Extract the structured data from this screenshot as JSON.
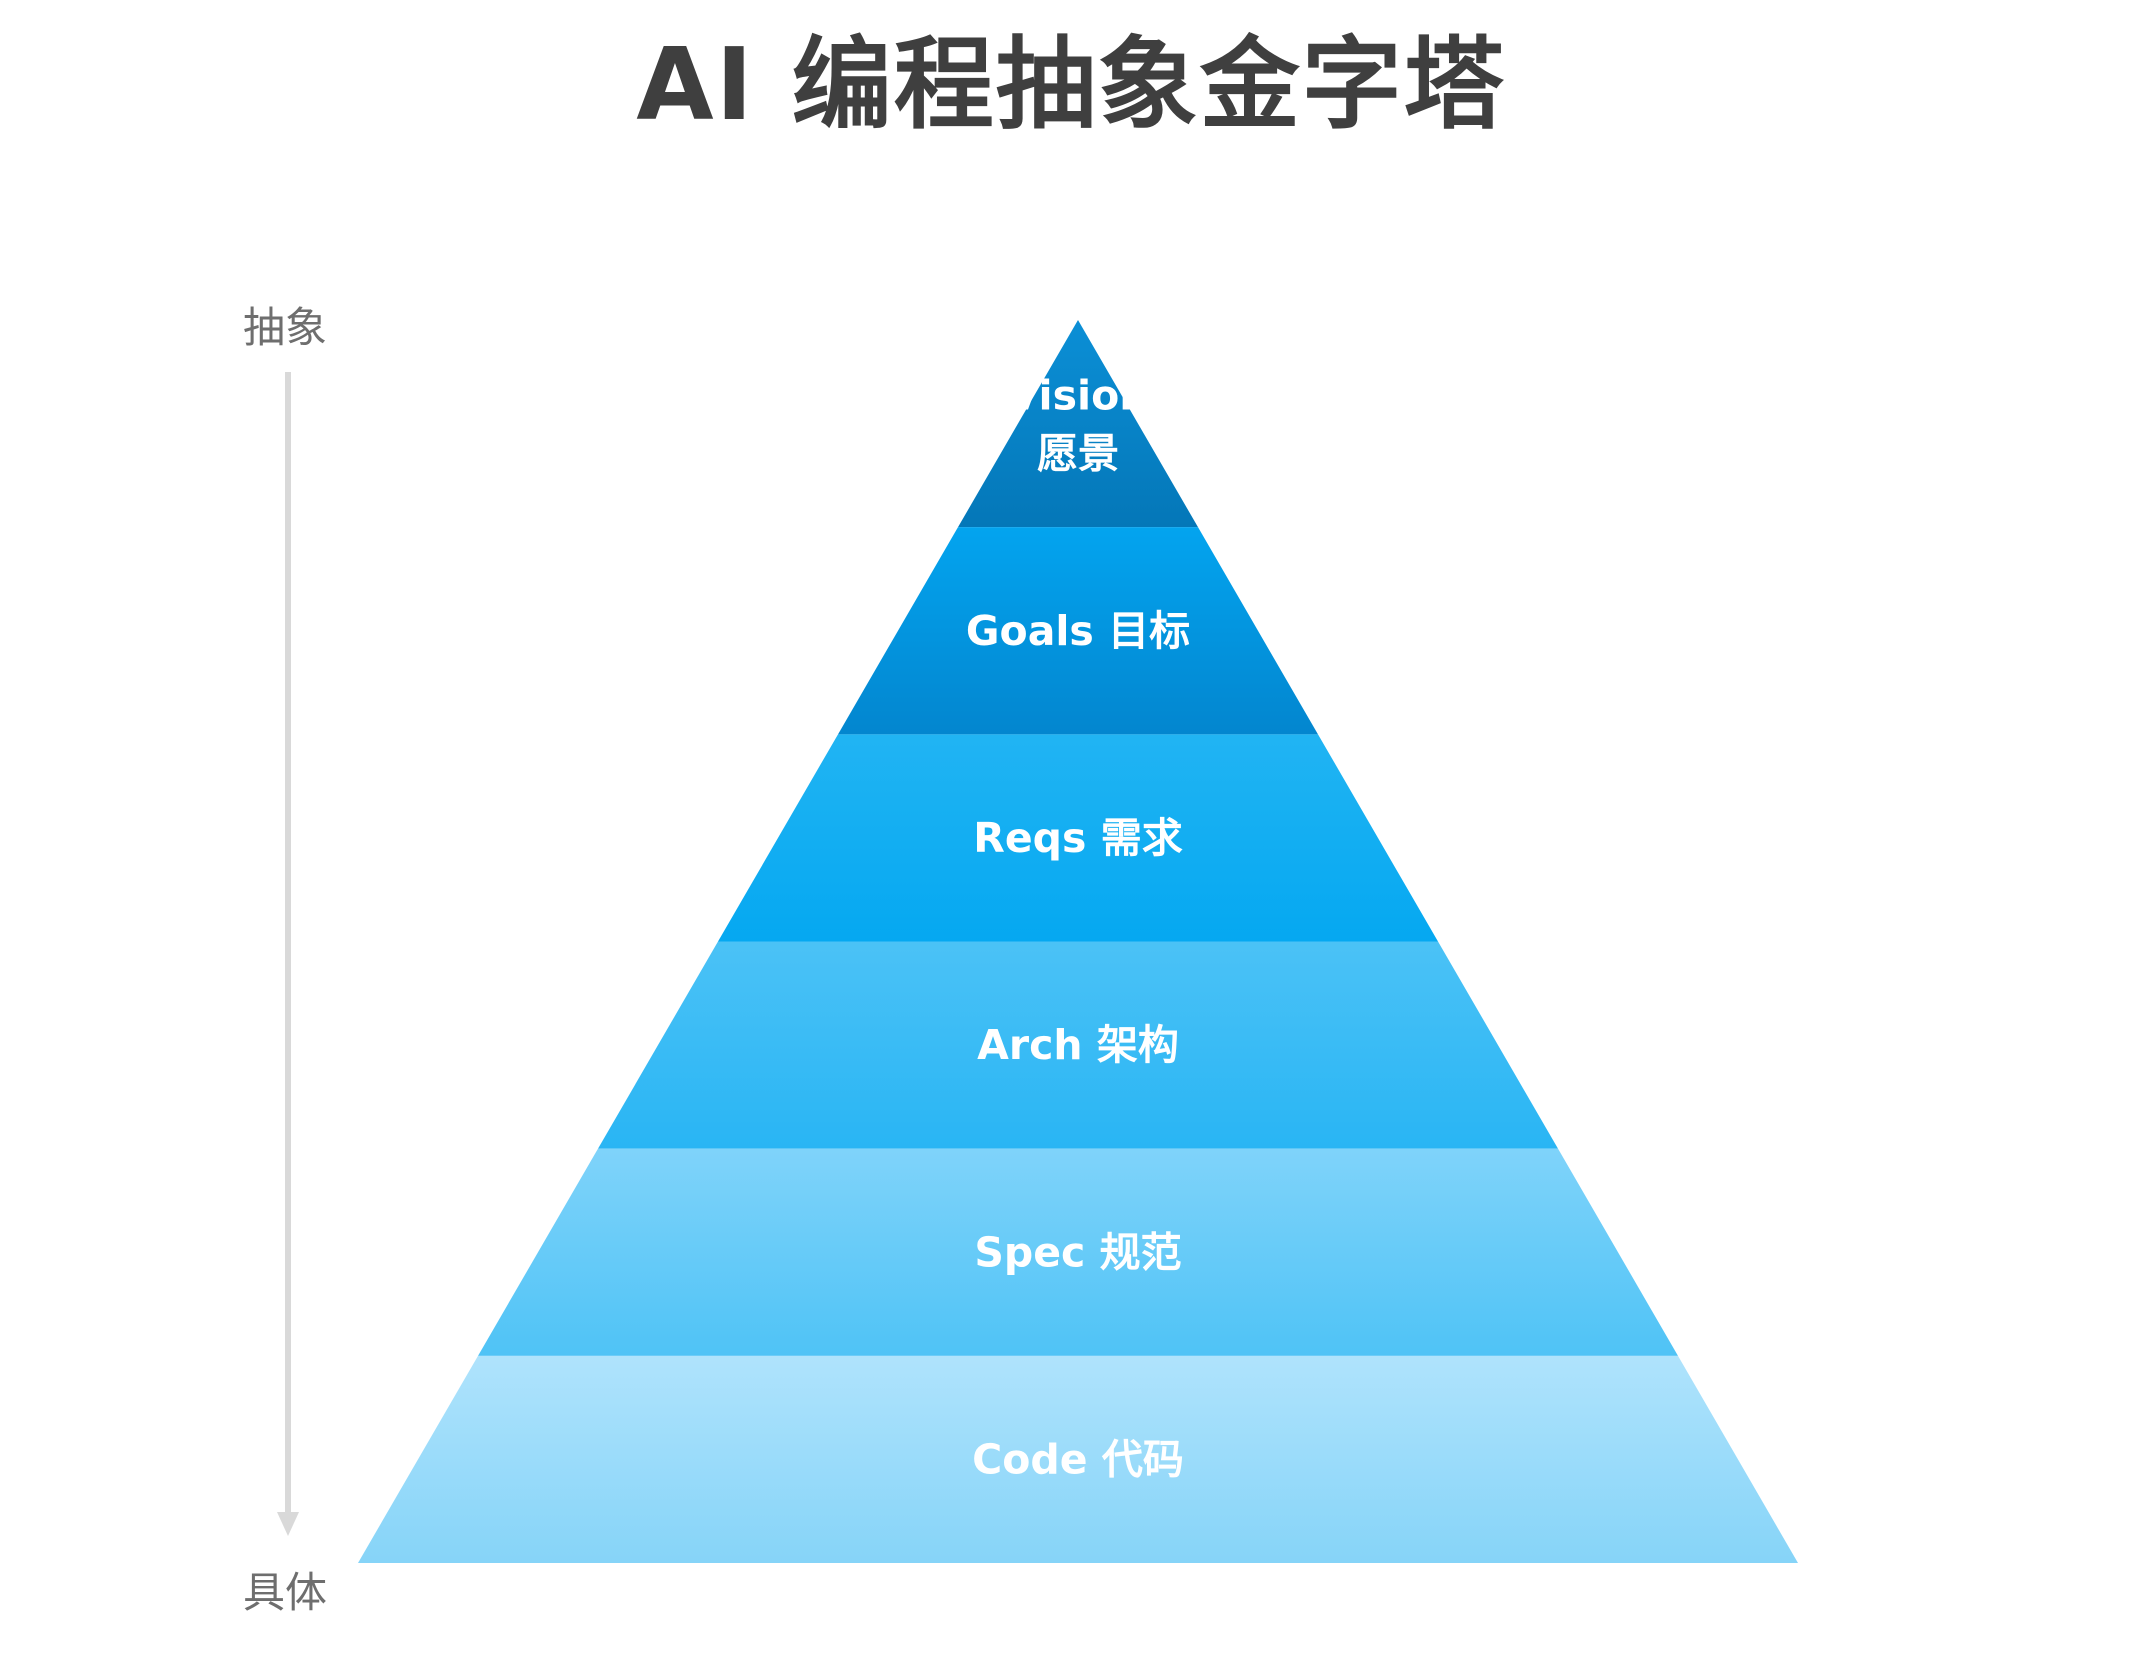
{
  "title": "AI 编程抽象金字塔",
  "axis": {
    "top_label": "抽象",
    "bottom_label": "具体",
    "line_color": "#d9d9d9"
  },
  "pyramid": {
    "levels": [
      {
        "label": "Vision",
        "label_sub": "愿景",
        "color_top": "#0b8fd6",
        "color_bottom": "#0477b8"
      },
      {
        "label": "Goals 目标",
        "color_top": "#03a4ef",
        "color_bottom": "#0386cf"
      },
      {
        "label": "Reqs 需求",
        "color_top": "#21b4f3",
        "color_bottom": "#05a8f1"
      },
      {
        "label": "Arch 架构",
        "color_top": "#4bc2f6",
        "color_bottom": "#29b5f4"
      },
      {
        "label": "Spec 规范",
        "color_top": "#7fd3fa",
        "color_bottom": "#4fc3f6"
      },
      {
        "label": "Code 代码",
        "color_top": "#afe3fc",
        "color_bottom": "#86d4f8"
      }
    ]
  }
}
